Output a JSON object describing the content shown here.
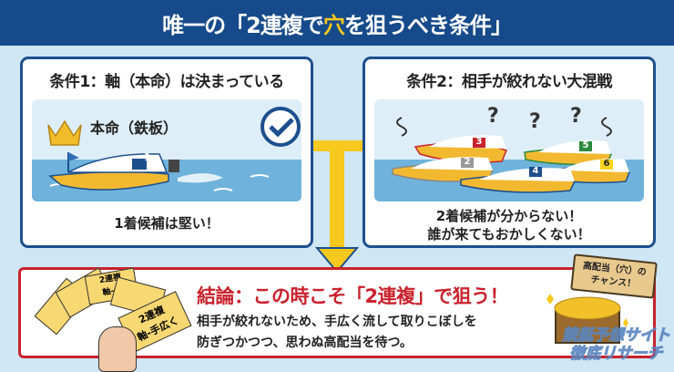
{
  "header": {
    "title_pre": "唯一の「2連複で",
    "title_highlight": "穴",
    "title_post": "を狙うべき条件」"
  },
  "condition1": {
    "title": "条件1：軸（本命）は決まっている",
    "label": "本命（鉄板）",
    "boat_number": "1",
    "caption": "1着候補は堅い！"
  },
  "condition2": {
    "title": "条件2：相手が絞れない大混戦",
    "boat_numbers": [
      "2",
      "3",
      "4",
      "5",
      "6"
    ],
    "question_marks": [
      "?",
      "?",
      "?"
    ],
    "caption_line1": "2着候補が分からない！",
    "caption_line2": "誰が来てもおかしくない！"
  },
  "conclusion": {
    "title": "結論：この時こそ「2連複」で狙う！",
    "body_line1": "相手が絞れないため、手広く流して取りこぼしを",
    "body_line2": "防ぎつかつつ、思わぬ高配当を待つ。"
  },
  "tickets": {
    "front_line1": "2連複",
    "front_line2": "軸-手広く",
    "back_line1": "2連複",
    "back_line2": "軸-全"
  },
  "chest": {
    "sign_line1": "高配当（穴）の",
    "sign_line2": "チャンス！"
  },
  "watermark": {
    "line1": "競艇予想サイト",
    "line2": "徹底リサーチ"
  },
  "colors": {
    "header": "#164a8a",
    "accent_yellow": "#f7c81e",
    "panel_border": "#1d4f8d",
    "conclusion_red": "#c9222c",
    "background": "#cfe6f5"
  }
}
